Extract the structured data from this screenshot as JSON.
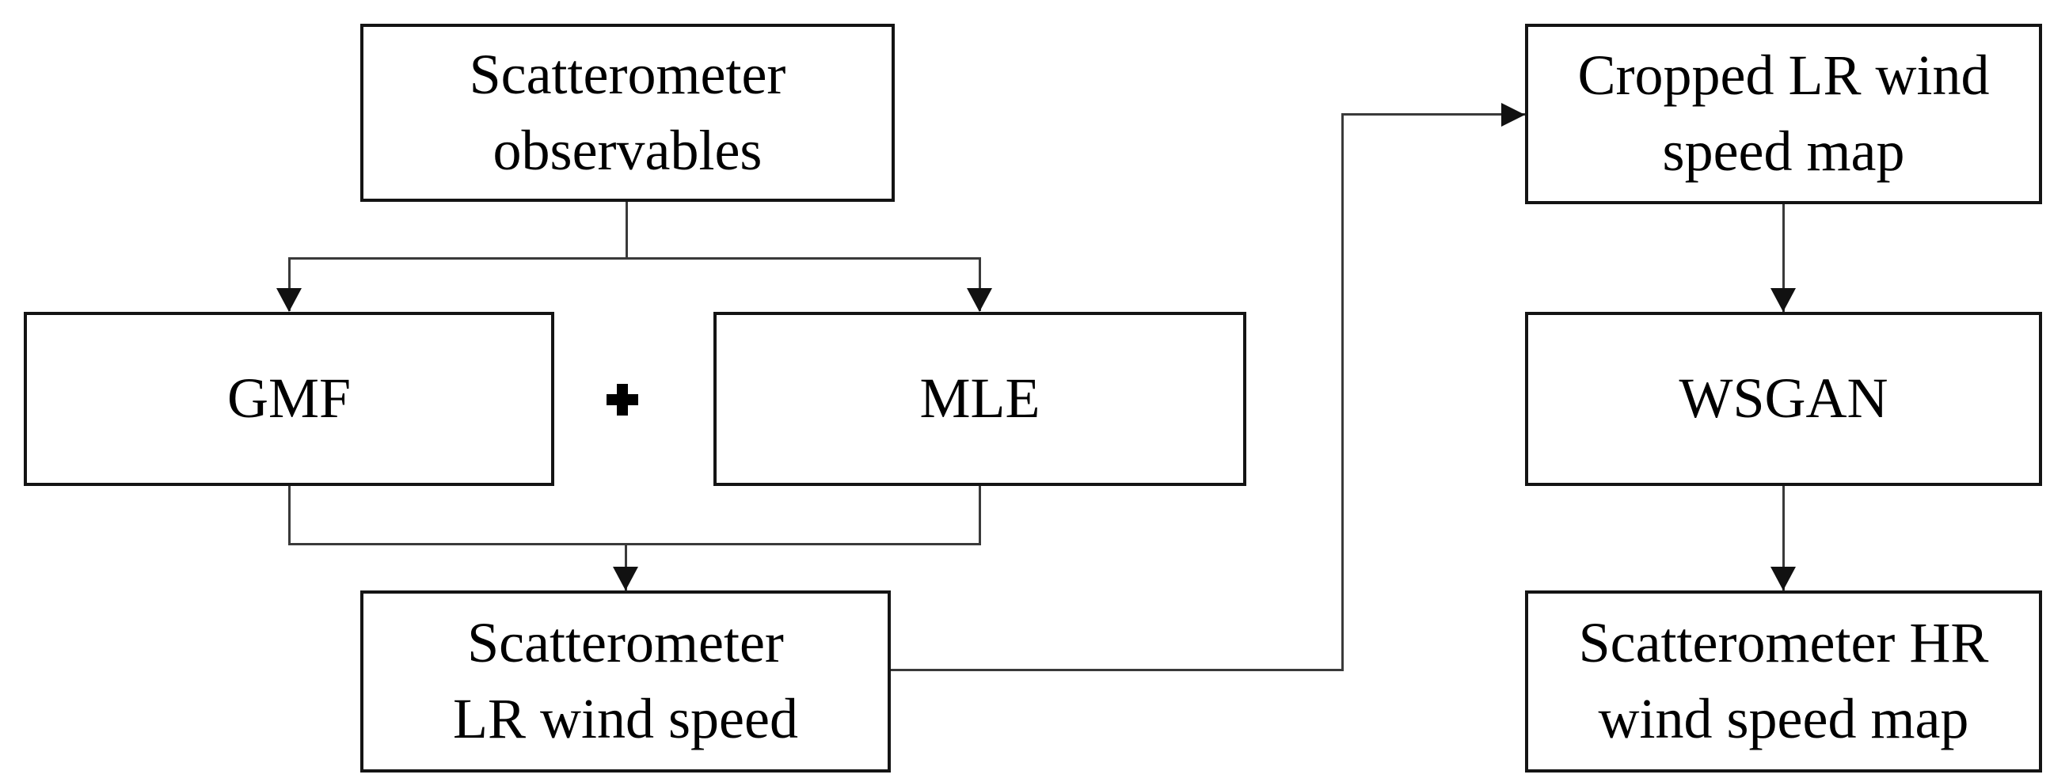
{
  "colors": {
    "background": "#ffffff",
    "box_border": "#141414",
    "connector": "#3a3a3a",
    "arrow": "#111111",
    "text": "#000000"
  },
  "nodes": {
    "observables": {
      "label": "Scatterometer\nobservables"
    },
    "gmf": {
      "label": "GMF"
    },
    "mle": {
      "label": "MLE"
    },
    "lr_wind": {
      "label": "Scatterometer\nLR wind speed"
    },
    "cropped": {
      "label": "Cropped LR wind\nspeed map"
    },
    "wsgan": {
      "label": "WSGAN"
    },
    "hr_wind": {
      "label": "Scatterometer HR\nwind speed map"
    }
  },
  "operators": {
    "plus": {
      "icon": "plus-icon",
      "symbol": "+"
    }
  }
}
